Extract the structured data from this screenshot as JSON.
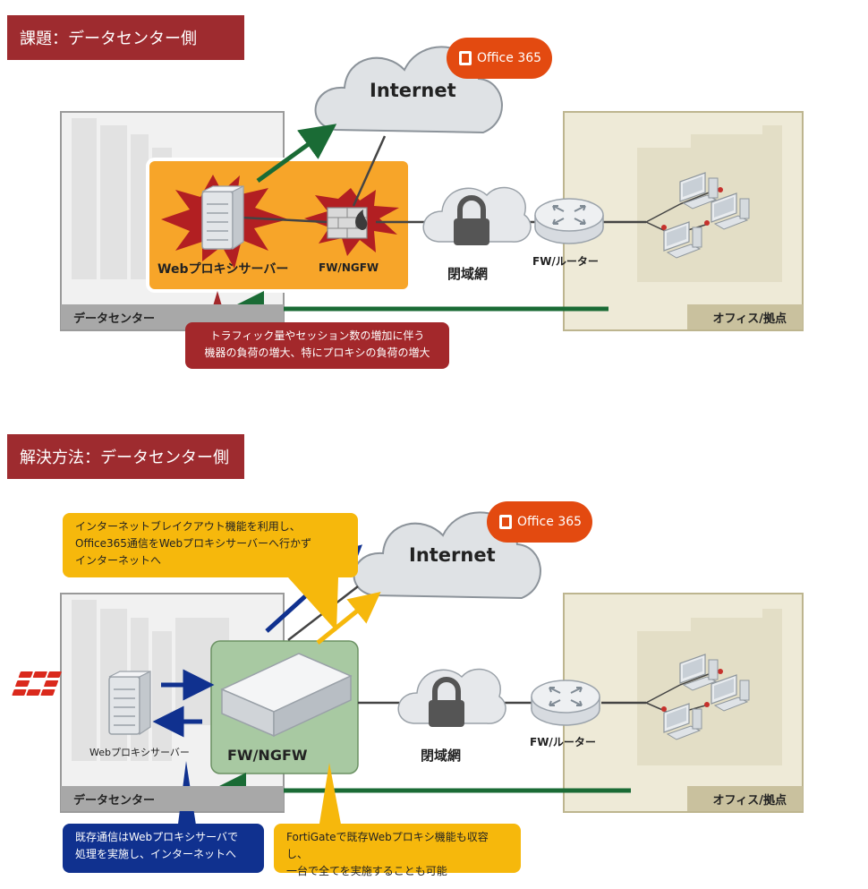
{
  "sections": [
    {
      "title": "課題：データセンター側",
      "internet_label": "Internet",
      "office365_label": "Office 365",
      "datacenter_label": "データセンター",
      "office_label": "オフィス/拠点",
      "proxy_label": "Webプロキシサーバー",
      "fw_label": "FW/NGFW",
      "closed_net_label": "閉域網",
      "router_label": "FW/ルーター",
      "callout_lines": [
        "トラフィック量やセッション数の増加に伴う",
        "機器の負荷の増大、特にプロキシの負荷の増大"
      ]
    },
    {
      "title": "解決方法：データセンター側",
      "internet_label": "Internet",
      "office365_label": "Office 365",
      "datacenter_label": "データセンター",
      "office_label": "オフィス/拠点",
      "proxy_label": "Webプロキシサーバー",
      "fw_label": "FW/NGFW",
      "closed_net_label": "閉域網",
      "router_label": "FW/ルーター",
      "callout_breakout_lines": [
        "インターネットブレイクアウト機能を利用し、",
        "Office365通信をWebプロキシサーバーへ行かず",
        "インターネットへ"
      ],
      "callout_existing_lines": [
        "既存通信はWebプロキシサーバで",
        "処理を実施し、インターネットへ"
      ],
      "callout_fortigate_lines": [
        "FortiGateで既存Webプロキシ機能も収容し、",
        "一台で全てを実施することも可能"
      ]
    }
  ],
  "colors": {
    "title_bg": "#9e2b2f",
    "highlight_orange": "#f7a529",
    "highlight_green": "#a8c9a2",
    "arrow_green": "#1a6b35",
    "arrow_blue": "#10318f",
    "arrow_yellow": "#f6b80c",
    "office365": "#e34a10",
    "alert_red": "#b21f22"
  }
}
